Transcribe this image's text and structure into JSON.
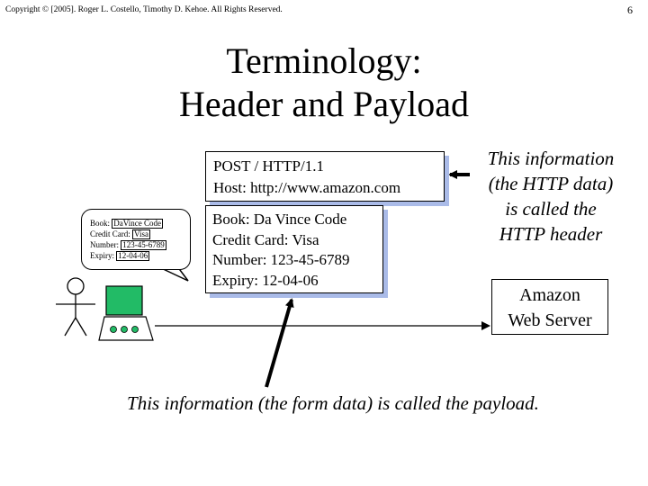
{
  "copyright": "Copyright © [2005]. Roger L. Costello, Timothy D. Kehoe. All Rights Reserved.",
  "page_number": "6",
  "title": {
    "line1": "Terminology:",
    "line2": "Header and Payload"
  },
  "bubble": {
    "book_label": "Book:",
    "book_value": "DaVince Code",
    "card_label": "Credit Card:",
    "card_value": "Visa",
    "number_label": "Number:",
    "number_value": "123-45-6789",
    "expiry_label": "Expiry:",
    "expiry_value": "12-04-06"
  },
  "http_header": {
    "line1": "POST / HTTP/1.1",
    "line2": "Host: http://www.amazon.com"
  },
  "payload": {
    "line1": "Book: Da Vince Code",
    "line2": "Credit Card: Visa",
    "line3": "Number: 123-45-6789",
    "line4": "Expiry: 12-04-06"
  },
  "http_note": {
    "line1": "This information",
    "line2": "(the HTTP data)",
    "line3": "is called the",
    "line4": "HTTP header"
  },
  "server": {
    "line1": "Amazon",
    "line2": "Web Server"
  },
  "payload_note": "This information (the form data) is called the payload.",
  "colors": {
    "box_shadow": "#aabbe8",
    "laptop_screen": "#22bb66"
  }
}
